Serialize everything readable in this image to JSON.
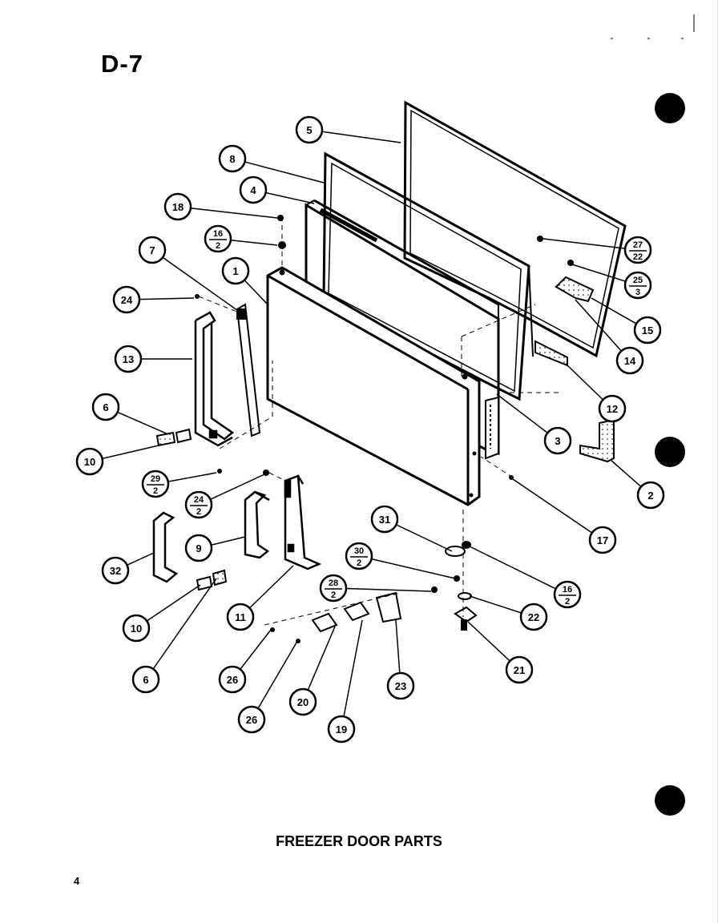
{
  "page_code": "D-7",
  "caption": "FREEZER DOOR PARTS",
  "page_number": "4",
  "callouts": [
    {
      "id": "c5",
      "label": "5"
    },
    {
      "id": "c8",
      "label": "8"
    },
    {
      "id": "c4",
      "label": "4"
    },
    {
      "id": "c18",
      "label": "18"
    },
    {
      "id": "c16a",
      "top": "16",
      "bottom": "2"
    },
    {
      "id": "c7",
      "label": "7"
    },
    {
      "id": "c1",
      "label": "1"
    },
    {
      "id": "c24a",
      "label": "24"
    },
    {
      "id": "c13",
      "label": "13"
    },
    {
      "id": "c6a",
      "label": "6"
    },
    {
      "id": "c10a",
      "label": "10"
    },
    {
      "id": "c29",
      "top": "29",
      "bottom": "2"
    },
    {
      "id": "c24b",
      "top": "24",
      "bottom": "2"
    },
    {
      "id": "c9",
      "label": "9"
    },
    {
      "id": "c32",
      "label": "32"
    },
    {
      "id": "c10b",
      "label": "10"
    },
    {
      "id": "c6b",
      "label": "6"
    },
    {
      "id": "c11",
      "label": "11"
    },
    {
      "id": "c31",
      "label": "31"
    },
    {
      "id": "c30",
      "top": "30",
      "bottom": "2"
    },
    {
      "id": "c28",
      "top": "28",
      "bottom": "2"
    },
    {
      "id": "c26a",
      "label": "26"
    },
    {
      "id": "c26b",
      "label": "26"
    },
    {
      "id": "c20",
      "label": "20"
    },
    {
      "id": "c19",
      "label": "19"
    },
    {
      "id": "c23",
      "label": "23"
    },
    {
      "id": "c21",
      "label": "21"
    },
    {
      "id": "c22",
      "label": "22"
    },
    {
      "id": "c16b",
      "top": "16",
      "bottom": "2"
    },
    {
      "id": "c17",
      "label": "17"
    },
    {
      "id": "c2",
      "label": "2"
    },
    {
      "id": "c3",
      "label": "3"
    },
    {
      "id": "c12",
      "label": "12"
    },
    {
      "id": "c14",
      "label": "14"
    },
    {
      "id": "c15",
      "label": "15"
    },
    {
      "id": "c25",
      "top": "25",
      "bottom": "3"
    },
    {
      "id": "c27",
      "top": "27",
      "bottom": "22"
    }
  ]
}
